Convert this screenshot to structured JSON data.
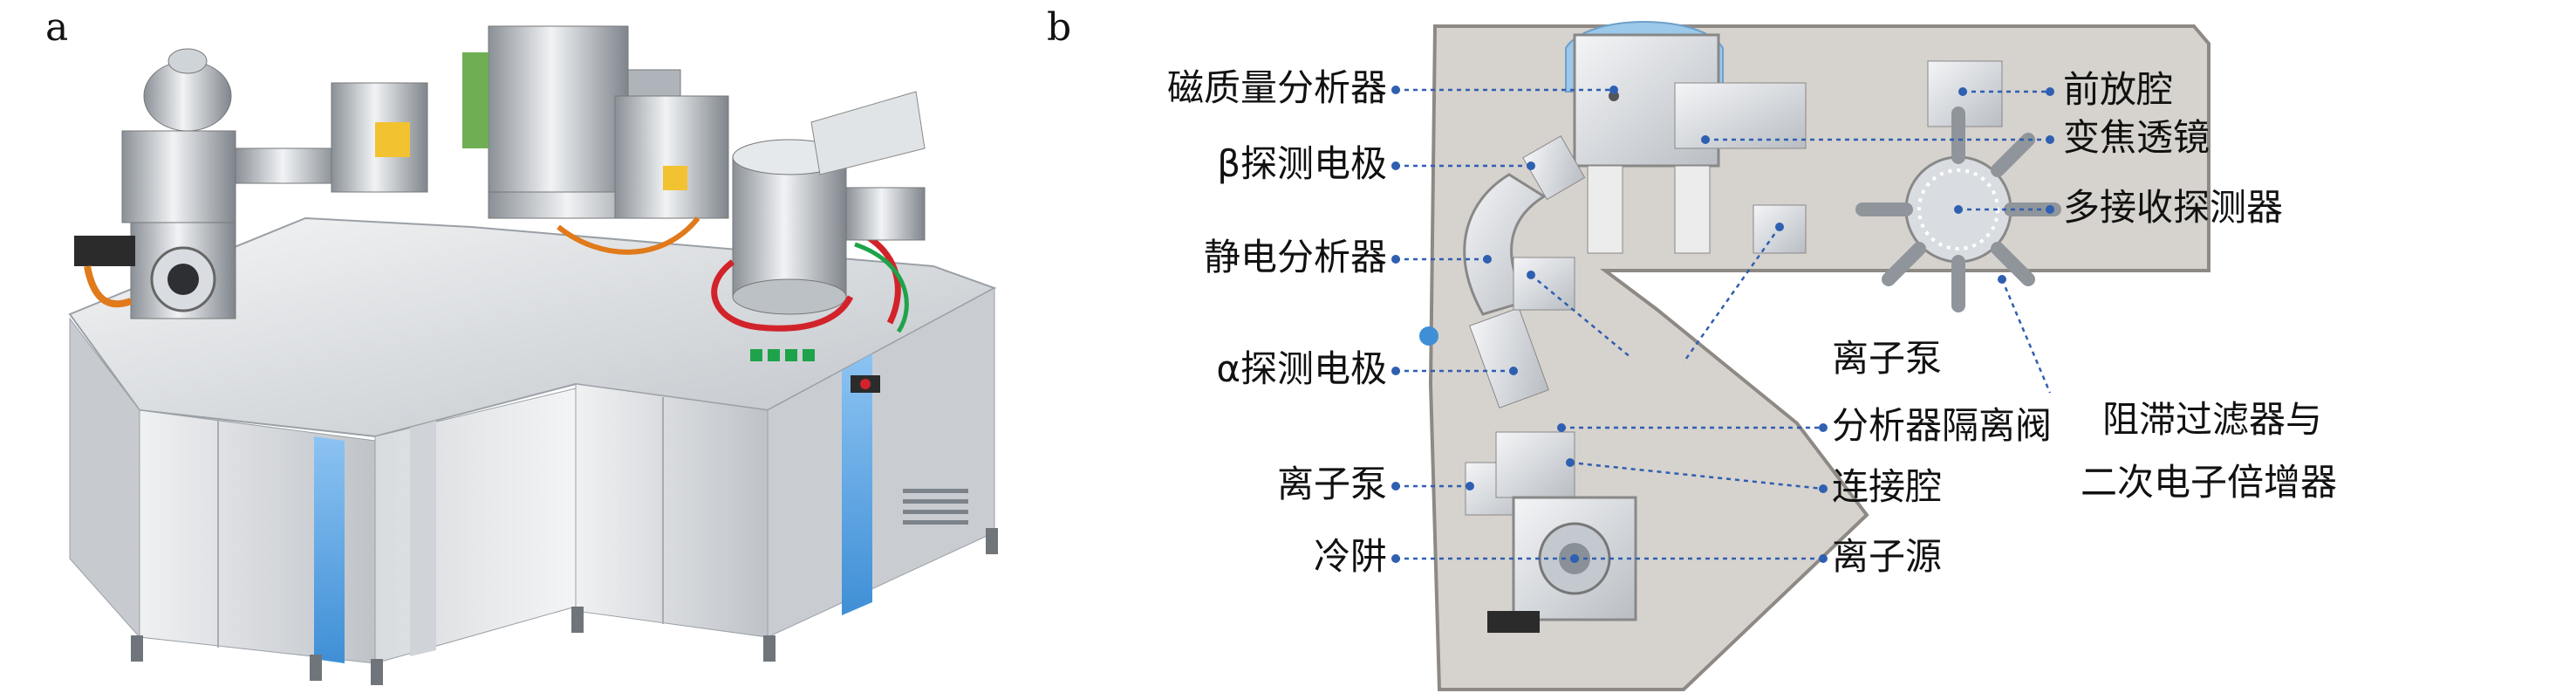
{
  "panels": {
    "a": {
      "letter": "a"
    },
    "b": {
      "letter": "b"
    }
  },
  "labels": {
    "left": [
      "磁质量分析器",
      "β探测电极",
      "静电分析器",
      "α探测电极",
      "离子泵",
      "冷阱"
    ],
    "right_top": [
      "前放腔",
      "变焦透镜",
      "多接收探测器"
    ],
    "right_bottom_center": [
      "离子泵",
      "分析器隔离阀",
      "连接腔",
      "离子源"
    ],
    "right_bottom_right": [
      "阻滞过滤器与",
      "二次电子倍增器"
    ]
  },
  "colors": {
    "leader": "#2f5fb0",
    "leader_dot": "#2f5fb0",
    "plate": "#c8c3bd",
    "plate_edge": "#8e8984",
    "metal_light": "#eef0f2",
    "metal_mid": "#c9ced3",
    "metal_dark": "#8a9097",
    "accent_blue": "#3f8fd6",
    "accent_red": "#d2232a",
    "accent_green": "#1fa34a",
    "accent_orange": "#e07a1a",
    "diagram_bg": "#d6d2cd",
    "highlight_blue": "#9cc8ea"
  }
}
